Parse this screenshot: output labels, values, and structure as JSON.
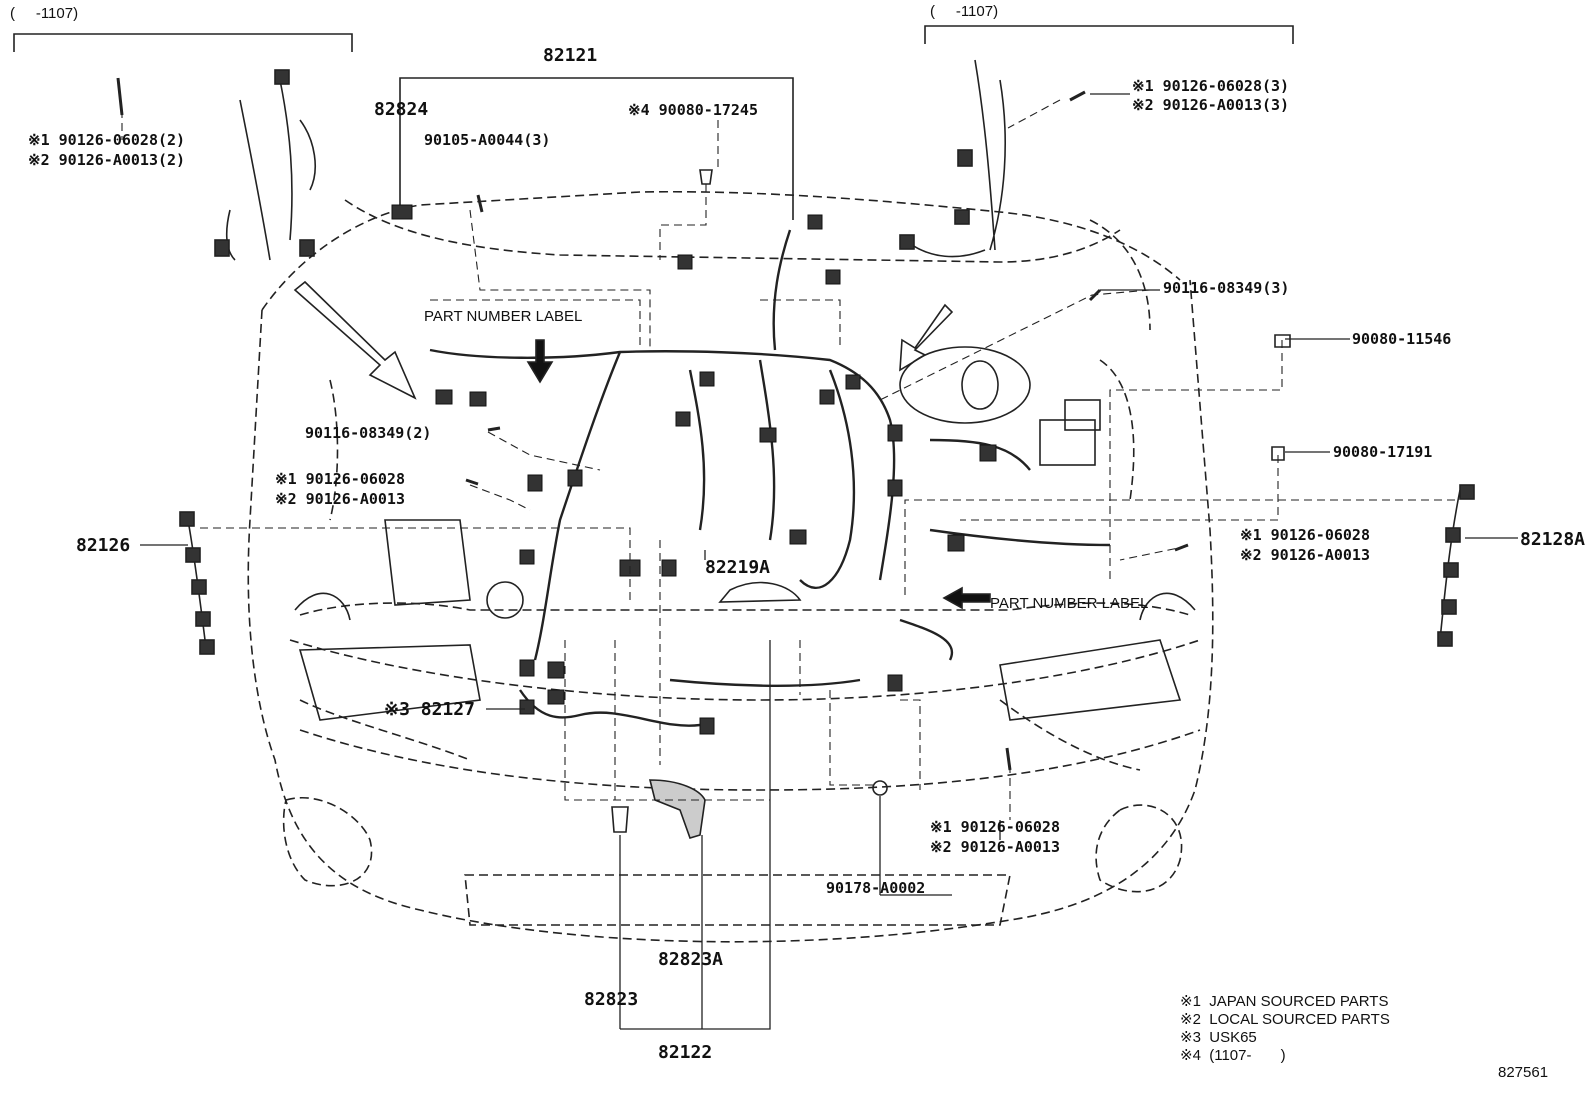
{
  "diagram": {
    "ranges": {
      "left": "(     -1107)",
      "right": "(     -1107)"
    },
    "parts": {
      "p82121": "82121",
      "p82824": "82824",
      "p90105": "90105-A0044(3)",
      "p90080_17245": "※4 90080-17245",
      "p90126_l1": "※1 90126-06028(2)",
      "p90126_l2": "※2 90126-A0013(2)",
      "p90126_r1": "※1 90126-06028(3)",
      "p90126_r2": "※2 90126-A0013(3)",
      "p90116_r": "90116-08349(3)",
      "p90080_11546": "90080-11546",
      "p90116_l": "90116-08349(2)",
      "p90126_m1": "※1 90126-06028",
      "p90126_m2": "※2 90126-A0013",
      "p90080_17191": "90080-17191",
      "p82126": "82126",
      "p82128A": "82128A",
      "p90126_rr1": "※1 90126-06028",
      "p90126_rr2": "※2 90126-A0013",
      "p82219A": "82219A",
      "p82127": "※3 82127",
      "p90126_b1": "※1 90126-06028",
      "p90126_b2": "※2 90126-A0013",
      "p90178": "90178-A0002",
      "p82823A": "82823A",
      "p82823": "82823",
      "p82122": "82122"
    },
    "labels": {
      "part_number_label_1": "PART NUMBER LABEL",
      "part_number_label_2": "PART NUMBER LABEL"
    },
    "legend": {
      "n1": "※1  JAPAN SOURCED PARTS",
      "n2": "※2  LOCAL SOURCED PARTS",
      "n3": "※3  USK65",
      "n4": "※4  (1107-       )"
    },
    "figure_id": "827561"
  }
}
